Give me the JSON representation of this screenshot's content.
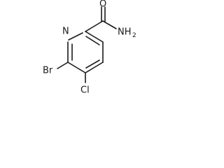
{
  "molecule": {
    "atoms": {
      "ring_nitrogen": "N",
      "carbonyl_oxygen": "O",
      "amide_nitrogen": "NH",
      "amide_subscript": "2",
      "bromine": "Br",
      "chlorine": "Cl"
    }
  }
}
